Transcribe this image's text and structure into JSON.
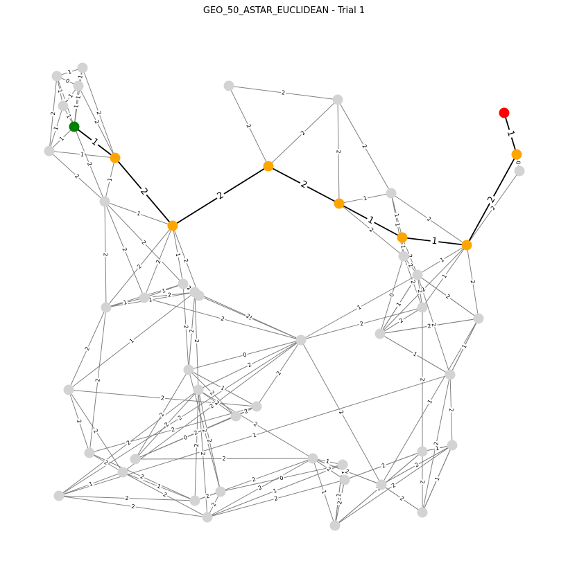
{
  "title": "GEO_50_ASTAR_EUCLIDEAN - Trial 1",
  "colors": {
    "node_default": "#d3d3d3",
    "node_path": "#ffa500",
    "node_start": "#008000",
    "node_goal": "#ff0000",
    "edge_default": "#808080",
    "edge_path": "#000000"
  },
  "graph": {
    "path_edges": [
      {
        "a": "green",
        "b": "o1",
        "w": "1"
      },
      {
        "a": "o1",
        "b": "o2",
        "w": "2"
      },
      {
        "a": "o2",
        "b": "o3",
        "w": "2"
      },
      {
        "a": "o3",
        "b": "o4",
        "w": "2"
      },
      {
        "a": "o4",
        "b": "o5",
        "w": "1"
      },
      {
        "a": "o5",
        "b": "o6",
        "w": "1"
      },
      {
        "a": "o6",
        "b": "o7",
        "w": "2"
      },
      {
        "a": "o7",
        "b": "red",
        "w": "1"
      }
    ],
    "edges": [
      {
        "a": "n1",
        "b": "n2",
        "w": "1"
      },
      {
        "a": "n1",
        "b": "n3",
        "w": "0"
      },
      {
        "a": "n1",
        "b": "n4",
        "w": "1"
      },
      {
        "a": "n1",
        "b": "green",
        "w": "1"
      },
      {
        "a": "n1",
        "b": "n5",
        "w": "2"
      },
      {
        "a": "n2",
        "b": "n3",
        "w": "1"
      },
      {
        "a": "n2",
        "b": "green",
        "w": "1"
      },
      {
        "a": "n2",
        "b": "o1",
        "w": "2"
      },
      {
        "a": "n3",
        "b": "n4",
        "w": "1"
      },
      {
        "a": "n3",
        "b": "green",
        "w": "1"
      },
      {
        "a": "n3",
        "b": "o1",
        "w": "2"
      },
      {
        "a": "n4",
        "b": "green",
        "w": "1"
      },
      {
        "a": "n4",
        "b": "n5",
        "w": "1"
      },
      {
        "a": "n5",
        "b": "green",
        "w": "1"
      },
      {
        "a": "n5",
        "b": "o1",
        "w": "1"
      },
      {
        "a": "n5",
        "b": "n6",
        "w": "2"
      },
      {
        "a": "green",
        "b": "n6",
        "w": "2"
      },
      {
        "a": "o1",
        "b": "n6",
        "w": "1"
      },
      {
        "a": "n6",
        "b": "o2",
        "w": "1"
      },
      {
        "a": "n6",
        "b": "n10",
        "w": "2"
      },
      {
        "a": "n6",
        "b": "n9",
        "w": "2"
      },
      {
        "a": "n6",
        "b": "n11",
        "w": "2"
      },
      {
        "a": "n7",
        "b": "n8",
        "w": "2"
      },
      {
        "a": "n7",
        "b": "o3",
        "w": "2"
      },
      {
        "a": "n8",
        "b": "o3",
        "w": "2"
      },
      {
        "a": "n8",
        "b": "o4",
        "w": "2"
      },
      {
        "a": "n8",
        "b": "n12",
        "w": "2"
      },
      {
        "a": "o4",
        "b": "n12",
        "w": "1"
      },
      {
        "a": "o4",
        "b": "n13",
        "w": "2"
      },
      {
        "a": "n12",
        "b": "o5",
        "w": "1"
      },
      {
        "a": "n12",
        "b": "o6",
        "w": "2"
      },
      {
        "a": "n12",
        "b": "n13",
        "w": "1"
      },
      {
        "a": "o5",
        "b": "n13",
        "w": "1"
      },
      {
        "a": "o5",
        "b": "n14",
        "w": "2"
      },
      {
        "a": "o6",
        "b": "n14",
        "w": "1"
      },
      {
        "a": "o6",
        "b": "n15",
        "w": "1"
      },
      {
        "a": "o6",
        "b": "n16",
        "w": "2"
      },
      {
        "a": "o6",
        "b": "n17",
        "w": "2"
      },
      {
        "a": "o7",
        "b": "n18",
        "w": "0"
      },
      {
        "a": "n18",
        "b": "o6",
        "w": "2"
      },
      {
        "a": "o2",
        "b": "n9",
        "w": "2"
      },
      {
        "a": "o2",
        "b": "n11",
        "w": "1"
      },
      {
        "a": "o2",
        "b": "n19",
        "w": "2"
      },
      {
        "a": "o2",
        "b": "n10",
        "w": "2"
      },
      {
        "a": "n10",
        "b": "n9",
        "w": "1"
      },
      {
        "a": "n10",
        "b": "n11",
        "w": "2"
      },
      {
        "a": "n10",
        "b": "n20",
        "w": "1"
      },
      {
        "a": "n9",
        "b": "n11",
        "w": "1"
      },
      {
        "a": "n9",
        "b": "n20",
        "w": "2"
      },
      {
        "a": "n9",
        "b": "n21",
        "w": "2"
      },
      {
        "a": "n10",
        "b": "n22",
        "w": "2"
      },
      {
        "a": "n10",
        "b": "n23",
        "w": "2"
      },
      {
        "a": "n11",
        "b": "n19",
        "w": "2"
      },
      {
        "a": "n11",
        "b": "n20",
        "w": "2"
      },
      {
        "a": "n19",
        "b": "n20",
        "w": "2"
      },
      {
        "a": "n19",
        "b": "n21",
        "w": "2"
      },
      {
        "a": "n20",
        "b": "n24",
        "w": "2"
      },
      {
        "a": "n20",
        "b": "n21",
        "w": "2"
      },
      {
        "a": "n20",
        "b": "n22",
        "w": "1"
      },
      {
        "a": "n21",
        "b": "n24",
        "w": "0"
      },
      {
        "a": "n20",
        "b": "n25",
        "w": "2"
      },
      {
        "a": "n21",
        "b": "n25",
        "w": "2"
      },
      {
        "a": "n11",
        "b": "n24",
        "w": "2"
      },
      {
        "a": "n24",
        "b": "n26",
        "w": "2"
      },
      {
        "a": "n24",
        "b": "n27",
        "w": "1"
      },
      {
        "a": "n24",
        "b": "n28",
        "w": "2"
      },
      {
        "a": "n24",
        "b": "n32",
        "w": "2"
      },
      {
        "a": "n21",
        "b": "n27",
        "w": "2"
      },
      {
        "a": "n21",
        "b": "n29",
        "w": "2"
      },
      {
        "a": "n21",
        "b": "n30",
        "w": "2"
      },
      {
        "a": "n25",
        "b": "n30",
        "w": "2"
      },
      {
        "a": "n25",
        "b": "n26",
        "w": "2"
      },
      {
        "a": "n25",
        "b": "n28",
        "w": "2"
      },
      {
        "a": "n25",
        "b": "n31",
        "w": "2"
      },
      {
        "a": "n25",
        "b": "n33",
        "w": "2"
      },
      {
        "a": "n25",
        "b": "n32",
        "w": "2"
      },
      {
        "a": "n25",
        "b": "n34",
        "w": "2"
      },
      {
        "a": "n22",
        "b": "n23",
        "w": "2"
      },
      {
        "a": "n22",
        "b": "n27",
        "w": "2"
      },
      {
        "a": "n22",
        "b": "n29",
        "w": "2"
      },
      {
        "a": "n23",
        "b": "n27",
        "w": "2"
      },
      {
        "a": "n23",
        "b": "n29",
        "w": "2"
      },
      {
        "a": "n23",
        "b": "n31",
        "w": "2"
      },
      {
        "a": "n29",
        "b": "n31",
        "w": "1"
      },
      {
        "a": "n29",
        "b": "n30",
        "w": "1"
      },
      {
        "a": "n29",
        "b": "n33",
        "w": "2"
      },
      {
        "a": "n30",
        "b": "n33",
        "w": "2"
      },
      {
        "a": "n30",
        "b": "n31",
        "w": "2"
      },
      {
        "a": "n32",
        "b": "n33",
        "w": "2"
      },
      {
        "a": "n32",
        "b": "n35",
        "w": "0"
      },
      {
        "a": "n32",
        "b": "n31",
        "w": "2"
      },
      {
        "a": "n26",
        "b": "n28",
        "w": "0"
      },
      {
        "a": "n26",
        "b": "n27",
        "w": "2"
      },
      {
        "a": "n27",
        "b": "n28",
        "w": "2"
      },
      {
        "a": "n28",
        "b": "n34",
        "w": "2"
      },
      {
        "a": "n33",
        "b": "n35",
        "w": "1"
      },
      {
        "a": "n33",
        "b": "n34",
        "w": "2"
      },
      {
        "a": "n33",
        "b": "n36",
        "w": "2"
      },
      {
        "a": "n35",
        "b": "n36",
        "w": "1"
      },
      {
        "a": "n35",
        "b": "n37",
        "w": "2"
      },
      {
        "a": "n36",
        "b": "n37",
        "w": "2"
      },
      {
        "a": "n36",
        "b": "n38",
        "w": "2"
      },
      {
        "a": "n37",
        "b": "n38",
        "w": "2"
      },
      {
        "a": "n37",
        "b": "n39",
        "w": "2"
      },
      {
        "a": "n38",
        "b": "n39",
        "w": "1"
      },
      {
        "a": "n38",
        "b": "n40",
        "w": "1"
      },
      {
        "a": "n39",
        "b": "n40",
        "w": "2"
      },
      {
        "a": "n39",
        "b": "n41",
        "w": "1"
      },
      {
        "a": "n40",
        "b": "n41",
        "w": "2"
      },
      {
        "a": "n34",
        "b": "n36",
        "w": "2"
      },
      {
        "a": "n34",
        "b": "n41",
        "w": "2"
      },
      {
        "a": "n31",
        "b": "n34",
        "w": "2"
      },
      {
        "a": "n30",
        "b": "n42",
        "w": "1"
      },
      {
        "a": "n42",
        "b": "n43",
        "w": "1"
      },
      {
        "a": "n42",
        "b": "n44",
        "w": "2"
      },
      {
        "a": "n43",
        "b": "n44",
        "w": "2"
      },
      {
        "a": "n43",
        "b": "n45",
        "w": "1"
      },
      {
        "a": "n44",
        "b": "n45",
        "w": "2"
      },
      {
        "a": "n42",
        "b": "n45",
        "w": "2"
      },
      {
        "a": "n45",
        "b": "n46",
        "w": "2"
      },
      {
        "a": "n45",
        "b": "n47",
        "w": "0"
      },
      {
        "a": "n46",
        "b": "n47",
        "w": "2"
      },
      {
        "a": "n44",
        "b": "n47",
        "w": "2"
      },
      {
        "a": "n34",
        "b": "n48",
        "w": "2"
      },
      {
        "a": "n48",
        "b": "n49",
        "w": "1"
      },
      {
        "a": "n48",
        "b": "n50",
        "w": "2"
      },
      {
        "a": "n48",
        "b": "n51",
        "w": "1"
      },
      {
        "a": "n49",
        "b": "n50",
        "w": "1"
      },
      {
        "a": "n49",
        "b": "n51",
        "w": "1"
      },
      {
        "a": "n50",
        "b": "n51",
        "w": "2"
      },
      {
        "a": "n50",
        "b": "n52",
        "w": "2"
      },
      {
        "a": "n51",
        "b": "n52",
        "w": "2"
      },
      {
        "a": "n52",
        "b": "n53",
        "w": "1"
      },
      {
        "a": "n52",
        "b": "n54",
        "w": "2"
      },
      {
        "a": "n53",
        "b": "n54",
        "w": "1"
      },
      {
        "a": "n53",
        "b": "n55",
        "w": "2"
      },
      {
        "a": "n54",
        "b": "n55",
        "w": "2"
      },
      {
        "a": "n53",
        "b": "n56",
        "w": "2"
      },
      {
        "a": "n54",
        "b": "n56",
        "w": "2"
      },
      {
        "a": "n56",
        "b": "n57",
        "w": "1"
      },
      {
        "a": "n55",
        "b": "n57",
        "w": "1"
      },
      {
        "a": "n57",
        "b": "n58",
        "w": "2"
      },
      {
        "a": "n56",
        "b": "n58",
        "w": "1"
      },
      {
        "a": "n58",
        "b": "n59",
        "w": "2"
      },
      {
        "a": "n58",
        "b": "n60",
        "w": "1"
      },
      {
        "a": "n59",
        "b": "n60",
        "w": "2"
      },
      {
        "a": "n59",
        "b": "n61",
        "w": "2"
      },
      {
        "a": "n60",
        "b": "n61",
        "w": "1"
      },
      {
        "a": "n61",
        "b": "n55",
        "w": "2"
      },
      {
        "a": "n60",
        "b": "n57",
        "w": "2"
      },
      {
        "a": "n55",
        "b": "n48",
        "w": "2"
      },
      {
        "a": "n59",
        "b": "n52",
        "w": "2"
      }
    ]
  }
}
